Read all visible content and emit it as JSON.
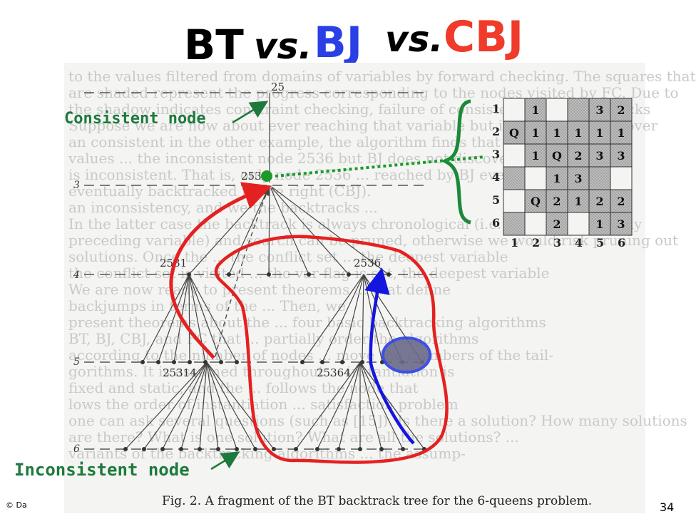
{
  "title": {
    "part1": "BT",
    "part2": "vs.",
    "part3": "BJ",
    "part4": "vs.",
    "part5": "CBJ",
    "colors": {
      "bt": "#000000",
      "bj": "#2a3fe6",
      "cbj": "#f03a2a"
    }
  },
  "labels": {
    "consistent": "Consistent node",
    "inconsistent": "Inconsistent node",
    "label_color": "#1d7a3c"
  },
  "tree": {
    "level_numbers": [
      "3",
      "4",
      "5",
      "6"
    ],
    "node_labels": [
      "25",
      "253",
      "2531",
      "2536",
      "25314",
      "25364"
    ]
  },
  "board": {
    "row_numbers": [
      "1",
      "2",
      "3",
      "4",
      "5",
      "6"
    ],
    "col_numbers": [
      "1",
      "2",
      "3",
      "4",
      "5",
      "6"
    ],
    "cells": [
      [
        "",
        "1",
        "",
        "",
        "3",
        "2"
      ],
      [
        "Q",
        "1",
        "1",
        "1",
        "1",
        "1"
      ],
      [
        "",
        "1",
        "Q",
        "2",
        "3",
        "3"
      ],
      [
        "",
        "",
        "1",
        "3",
        "",
        ""
      ],
      [
        "",
        "Q",
        "2",
        "1",
        "2",
        "2"
      ],
      [
        "",
        "",
        "2",
        "",
        "1",
        "3"
      ]
    ]
  },
  "caption": "Fig. 2. A fragment of the BT backtrack tree for the 6-queens problem.",
  "copyright": "© Da",
  "page_number": "34",
  "background_text": [
    "to the values filtered from domains of variables by forward checking. The squares that",
    "are shaded represent the progress corresponding to the nodes visited by FC. Due to",
    "the shadow indicates constraint checking, failure of consistency, and backtracks",
    "Suppose we are now about ever reaching that variable but it's unable to discover",
    "an consistent in the other example, the algorithm finds that both",
    "values ... the inconsistent node 2536 but BJ does not discover that node 253",
    "is inconsistent. That is, only node 2536 ... reached by BJ even though it is",
    "eventually backtracked to the right (CBJ).",
    "an inconsistency, and we the backtracks ...",
    "In the latter case the backtrack is always chronological (i.e. to the immediately",
    "preceding variable) and search can be pruned, otherwise we would risk pruning out",
    "solutions. Once the ... the conflict set ... the deepest variable",
    "the conflict set is visited ... the var flag is set, the deepest variable",
    "We are now ready to present theorems ... that define",
    "backjumps in terms of the ... Then, we",
    "present theorems about the ... four basic backtracking algorithms",
    "BT, BJ, CBJ, and FC that ... partially order the algorithms",
    "according to the number of nodes ... move the members of the tail-",
    "gorithms. It is assumed throughout ... instantiation is",
    "fixed and static, and the ... follows the node that",
    "lows the order of instantiation ... satisfaction problem",
    "one can ask several questions (such as [15]). Is there a solution? How many solutions",
    "are there? What is one solution? What are all the solutions? ...",
    "variants of the backtracking algorithms ... the assump-"
  ]
}
